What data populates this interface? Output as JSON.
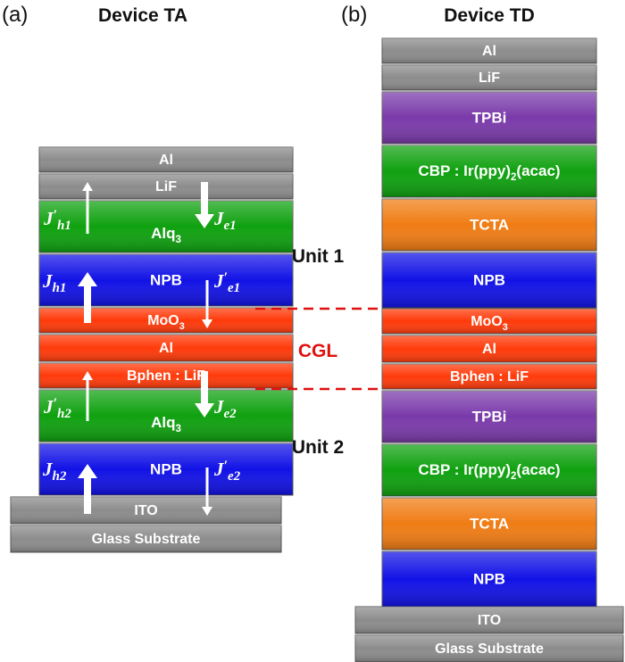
{
  "panel_a": {
    "tag": "(a)",
    "title": "Device TA",
    "layers": [
      "Al",
      "LiF",
      "Alq3",
      "NPB",
      "MoO3",
      "Al",
      "Bphen : LiF",
      "Alq3",
      "NPB",
      "ITO",
      "Glass Substrate"
    ]
  },
  "panel_b": {
    "tag": "(b)",
    "title": "Device TD",
    "layers": [
      "Al",
      "LiF",
      "TPBi",
      "CBP : Ir(ppy)2(acac)",
      "TCTA",
      "NPB",
      "MoO3",
      "Al",
      "Bphen : LiF",
      "TPBi",
      "CBP : Ir(ppy)2(acac)",
      "TCTA",
      "NPB",
      "ITO",
      "Glass Substrate"
    ]
  },
  "labels": {
    "unit1": "Unit 1",
    "cgl": "CGL",
    "unit2": "Unit 2"
  },
  "currents": {
    "jh1p": {
      "j": "J",
      "mark": "′",
      "sub": "h1"
    },
    "je1": {
      "j": "J",
      "sub": "e1"
    },
    "jh1": {
      "j": "J",
      "sub": "h1"
    },
    "je1p": {
      "j": "J",
      "mark": "′",
      "sub": "e1"
    },
    "jh2p": {
      "j": "J",
      "mark": "′",
      "sub": "h2"
    },
    "je2": {
      "j": "J",
      "sub": "e2"
    },
    "jh2": {
      "j": "J",
      "sub": "h2"
    },
    "je2p": {
      "j": "J",
      "mark": "′",
      "sub": "e2"
    }
  },
  "colors": {
    "gray": "#8c8c8c",
    "green": "#0fa10f",
    "blue": "#1212e6",
    "red_orange": "#ff3a0a",
    "purple": "#7a3aaa",
    "orange": "#f07c14",
    "cgl_text": "#e01010",
    "dash": "#e01010"
  }
}
